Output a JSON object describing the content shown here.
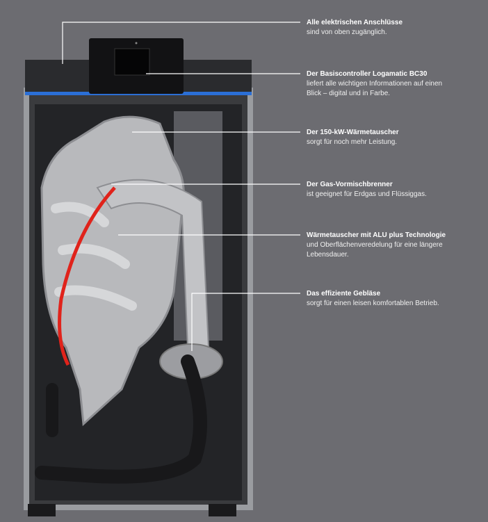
{
  "colors": {
    "background": "#6c6c71",
    "accent_blue": "#2b6fd6",
    "cable_red": "#e0231b",
    "leader_line": "#ffffff"
  },
  "callouts": [
    {
      "title": "Alle elektrischen Anschlüsse",
      "lines": [
        "sind von oben zugänglich."
      ]
    },
    {
      "title": "Der Basiscontroller Logamatic BC30",
      "lines": [
        "liefert alle wichtigen Informationen auf einen",
        "Blick – digital und in Farbe."
      ]
    },
    {
      "title": "Der 150-kW-Wärmetauscher",
      "lines": [
        "sorgt für noch mehr Leistung."
      ]
    },
    {
      "title": "Der Gas-Vormischbrenner",
      "lines": [
        "ist geeignet für Erdgas und Flüssiggas."
      ]
    },
    {
      "title": "Wärmetauscher mit ALU plus Technologie",
      "lines": [
        "und Oberflächenveredelung für eine längere",
        "Lebensdauer."
      ]
    },
    {
      "title": "Das effiziente Gebläse",
      "lines": [
        "sorgt für einen leisen komfortablen Betrieb."
      ]
    }
  ]
}
